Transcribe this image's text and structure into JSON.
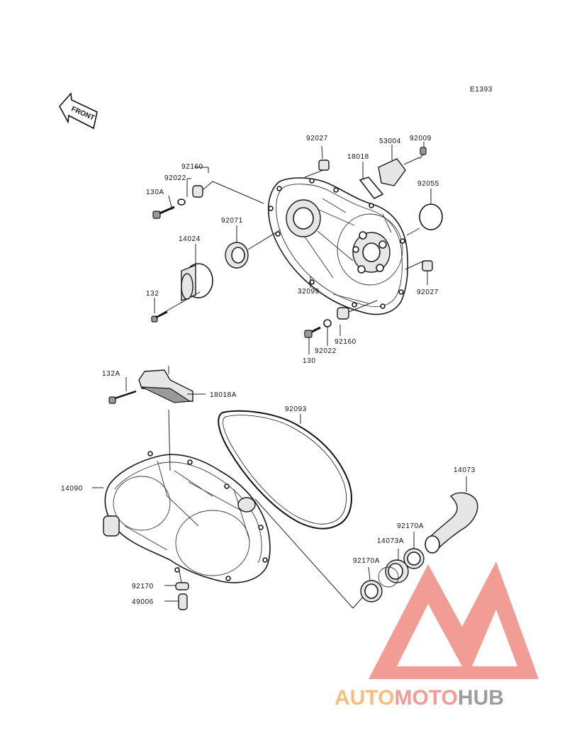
{
  "diagram_code": "E1393",
  "front_label": "FRONT",
  "brand": {
    "word_part1": "AUTO",
    "word_part2": "MOTO",
    "word_part3": "HUB",
    "color_orange": "#f7b267",
    "color_red": "#f08b84",
    "color_gray": "#8c8c8c"
  },
  "labels": {
    "p92027_top": "92027",
    "p53004": "53004",
    "p92009": "92009",
    "p18018": "18018",
    "p92160_top": "92160",
    "p92022_top": "92022",
    "p130A": "130A",
    "p92055": "92055",
    "p92071": "92071",
    "p14024": "14024",
    "p132": "132",
    "p32099": "32099",
    "p92027_right": "92027",
    "p92160_bottom": "92160",
    "p92022_bottom": "92022",
    "p130": "130",
    "p132A": "132A",
    "p18018A": "18018A",
    "p92093": "92093",
    "p14073": "14073",
    "p14090": "14090",
    "p92170A_top": "92170A",
    "p14073A": "14073A",
    "p92170A_left": "92170A",
    "p92170": "92170",
    "p49006": "49006"
  }
}
